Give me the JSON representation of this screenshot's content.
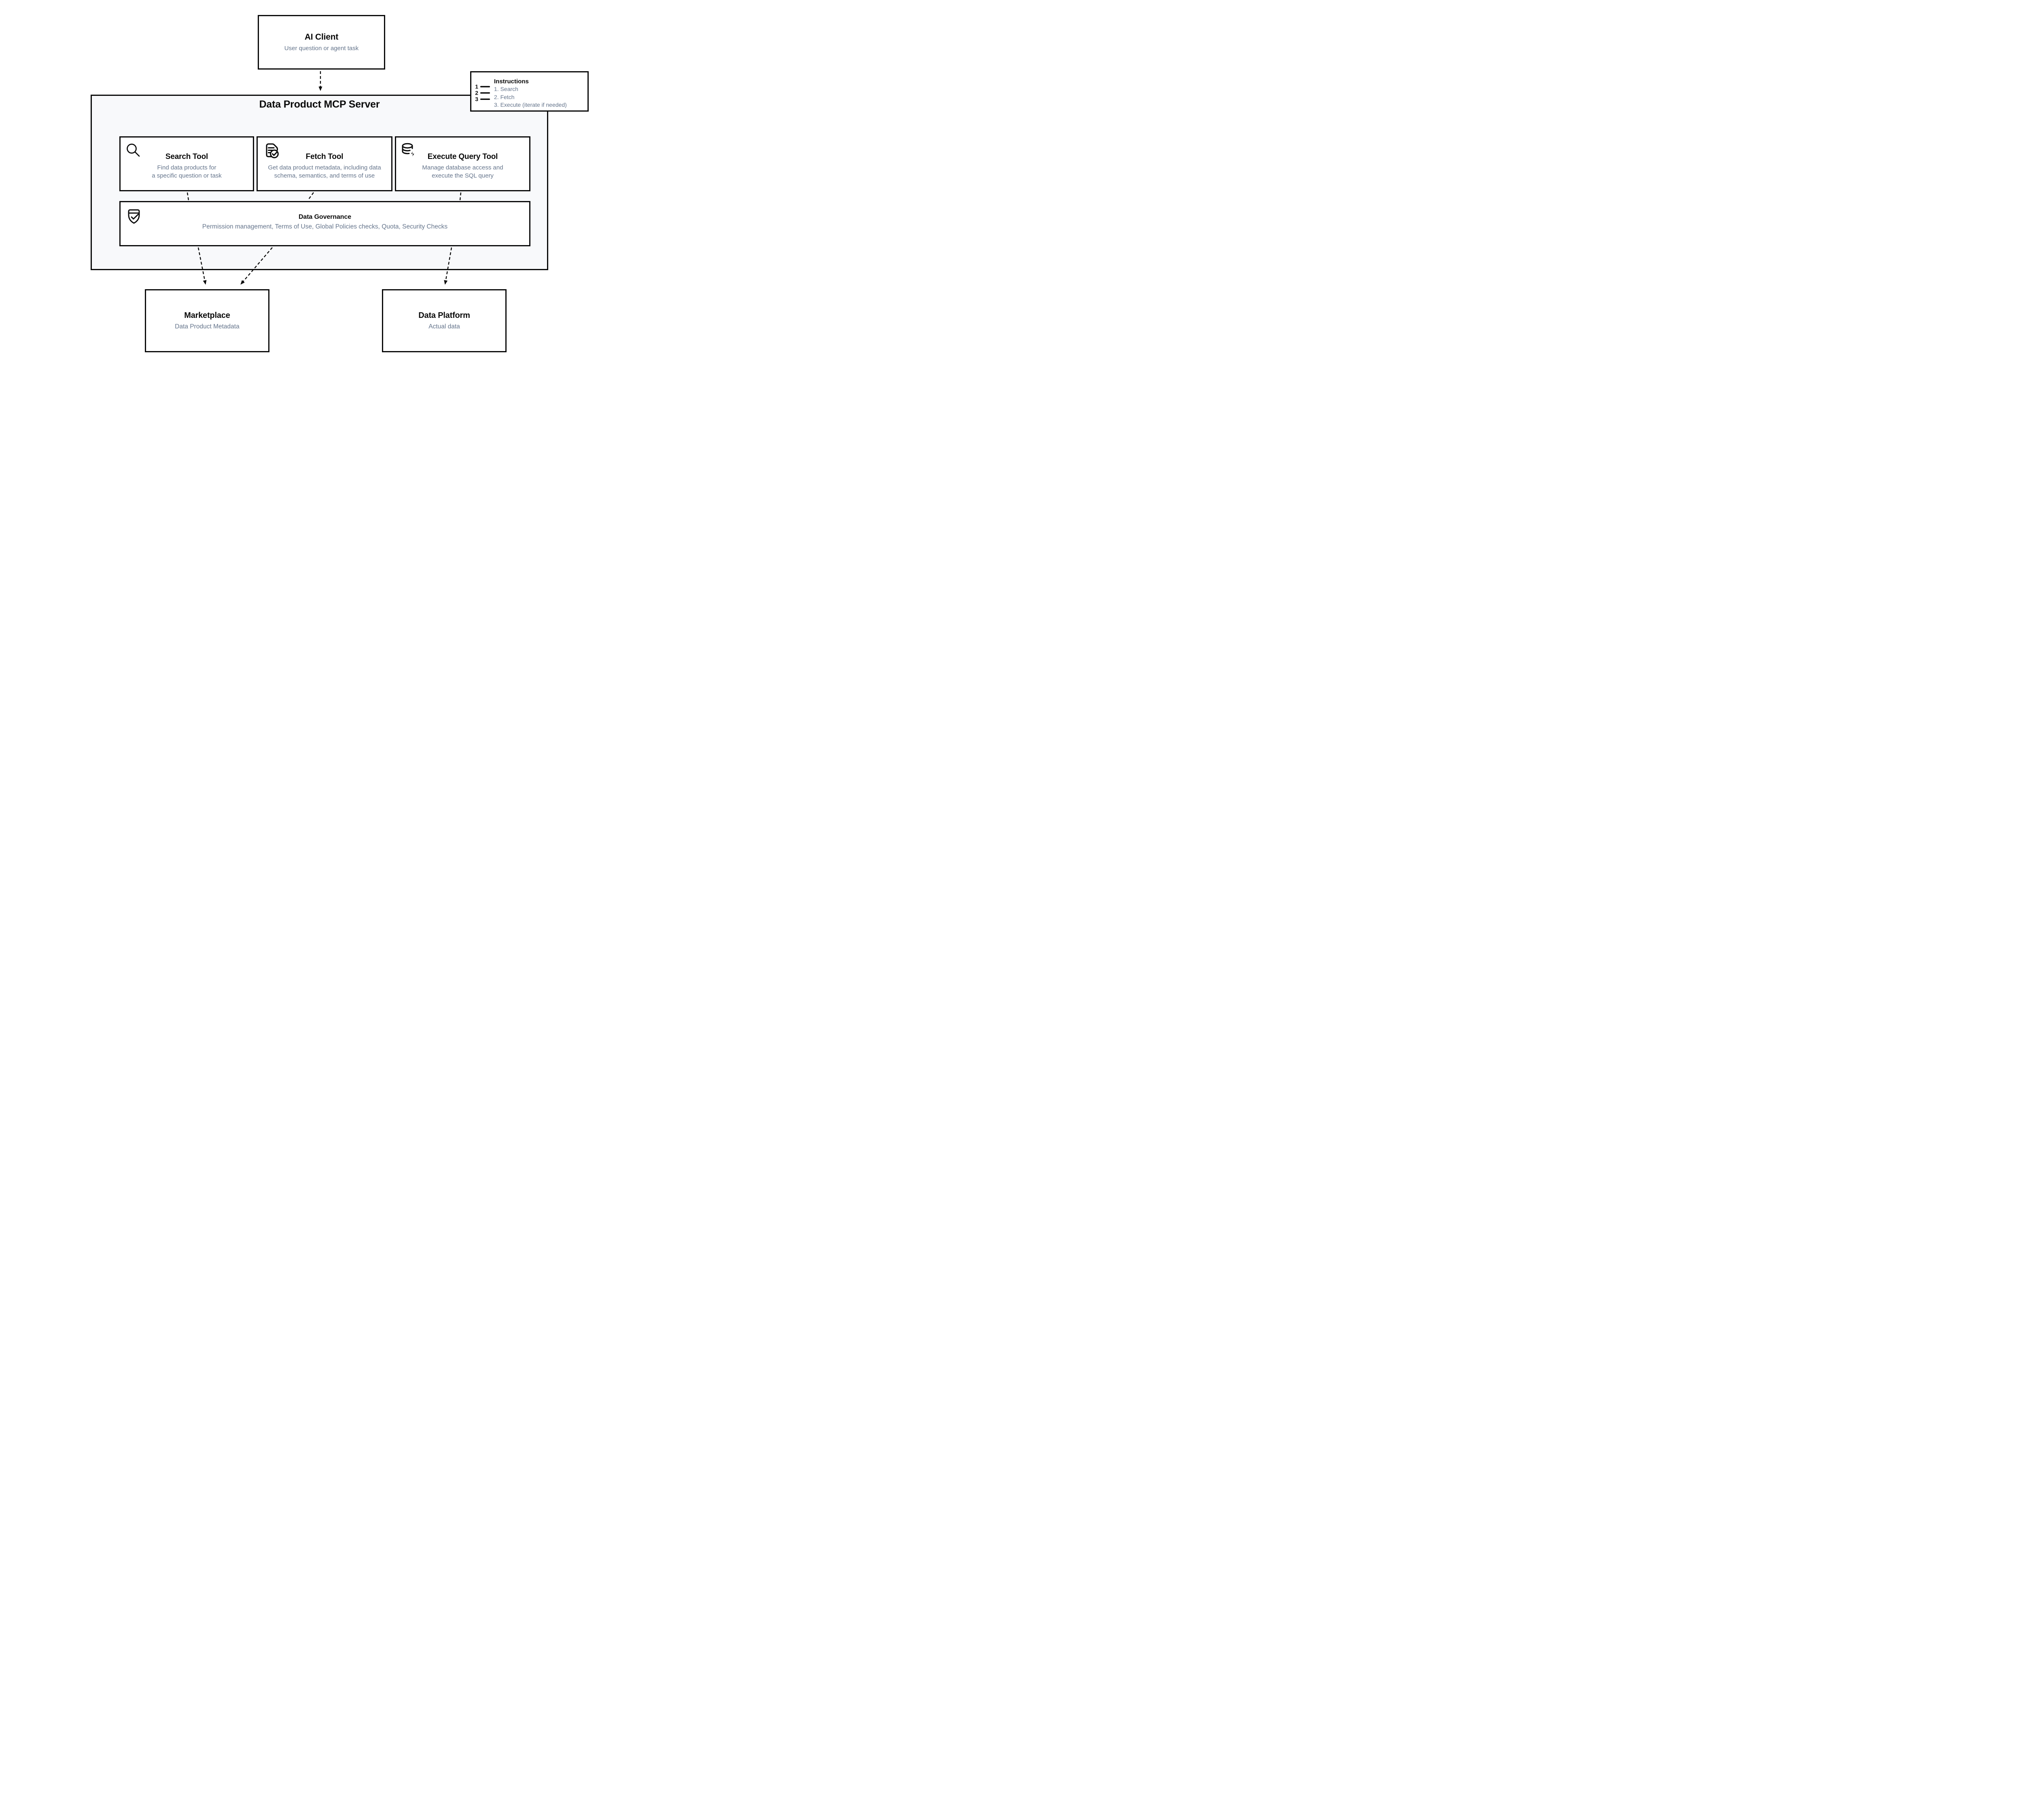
{
  "colors": {
    "text_primary": "#0a0a0a",
    "text_secondary": "#64748b",
    "mcp_background": "#f8f9fb",
    "border": "#0a0a0a"
  },
  "ai_client": {
    "title": "AI Client",
    "subtitle": "User question or agent task"
  },
  "mcp_server": {
    "title": "Data Product MCP Server"
  },
  "instructions": {
    "title": "Instructions",
    "items": [
      "1. Search",
      "2. Fetch",
      "3. Execute (iterate if needed)"
    ]
  },
  "tools": [
    {
      "icon": "magnifier-icon",
      "title": "Search Tool",
      "subtitle": "Find data products for\na specific question or task"
    },
    {
      "icon": "document-check-icon",
      "title": "Fetch Tool",
      "subtitle": "Get data product metadata, including data\nschema, semantics, and terms of use"
    },
    {
      "icon": "database-lightning-icon",
      "title": "Execute Query Tool",
      "subtitle": "Manage database access and\nexecute the SQL query"
    }
  ],
  "governance": {
    "icon": "shield-check-icon",
    "title": "Data Governance",
    "subtitle": "Permission management, Terms of Use, Global Policies checks, Quota, Security Checks"
  },
  "marketplace": {
    "title": "Marketplace",
    "subtitle": "Data Product Metadata"
  },
  "data_platform": {
    "title": "Data Platform",
    "subtitle": "Actual data"
  }
}
